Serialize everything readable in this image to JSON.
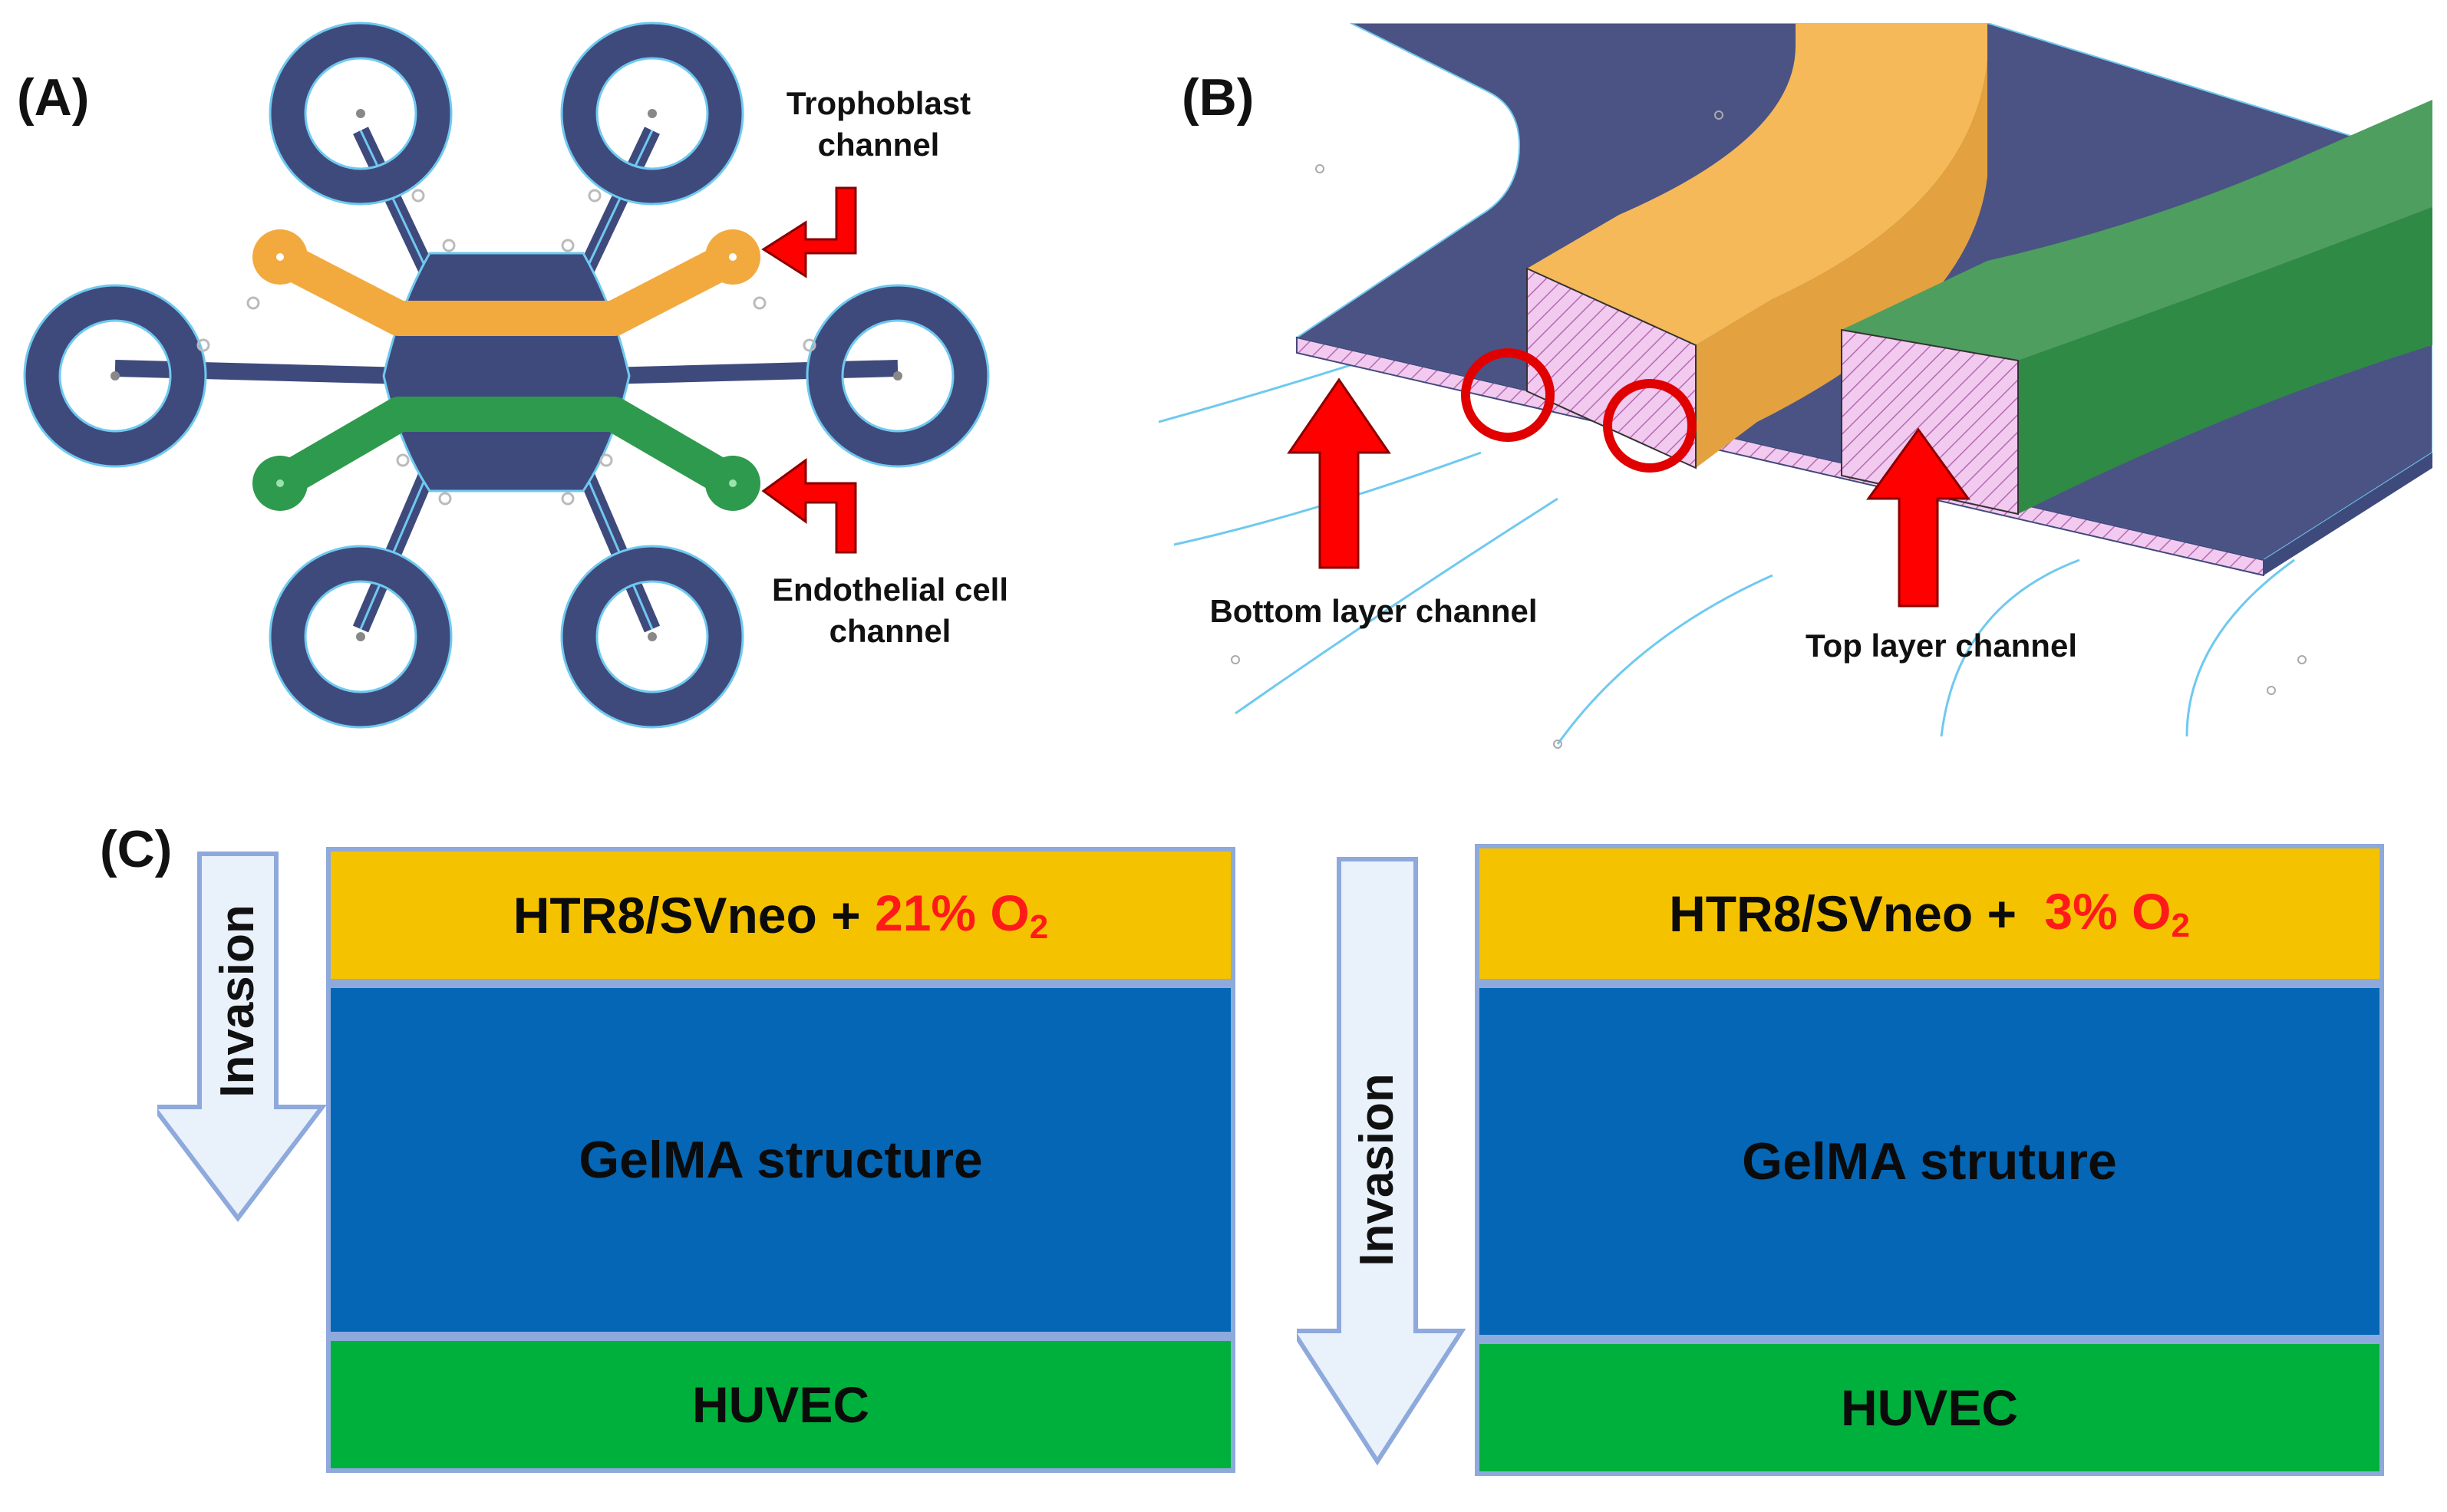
{
  "panel_a": {
    "label": "(A)",
    "trophoblast_label_line1": "Trophoblast",
    "trophoblast_label_line2": "channel",
    "endothelial_label_line1": "Endothelial cell",
    "endothelial_label_line2": "channel"
  },
  "panel_b": {
    "label": "(B)",
    "bottom_label": "Bottom layer channel",
    "top_label": "Top layer channel"
  },
  "panel_c": {
    "label": "(C)",
    "left": {
      "invasion": "Invasion",
      "top_prefix": "HTR8/SVneo + ",
      "top_o2": "21% O",
      "top_o2_sub": "2",
      "middle": "GelMA structure",
      "bottom": "HUVEC"
    },
    "right": {
      "invasion": "Invasion",
      "top_prefix": "HTR8/SVneo + ",
      "top_o2": "3% O",
      "top_o2_sub": "2",
      "middle": "GelMA struture",
      "bottom": "HUVEC"
    }
  },
  "colors": {
    "device_navy": "#3f4a7c",
    "trophoblast_orange": "#f2aa3f",
    "endothelial_green": "#2e9a4d",
    "arrow_red": "#ff0000",
    "layer_yellow": "#f5c200",
    "layer_blue": "#0466b5",
    "layer_green": "#00b03c"
  }
}
